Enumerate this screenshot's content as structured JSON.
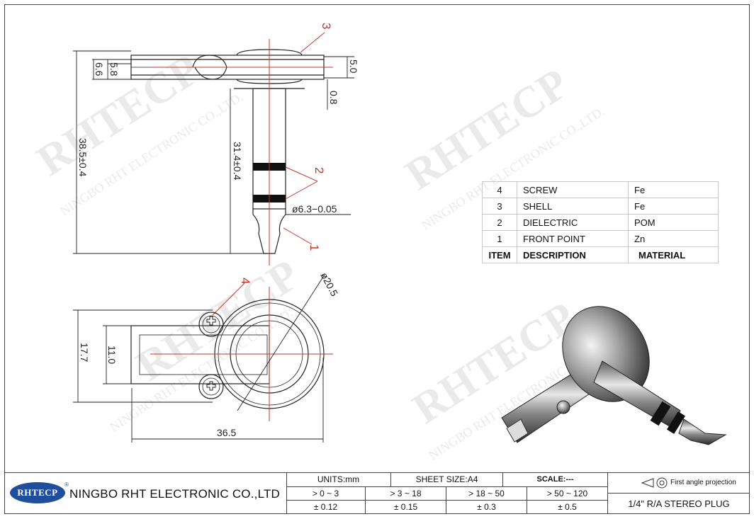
{
  "drawing": {
    "callouts": [
      "3",
      "2",
      "1",
      "4"
    ],
    "dimensions": {
      "d_6_6": "6.6",
      "d_5_8": "5.8",
      "d_5_0": "5.0",
      "d_0_8": "0.8",
      "d_38_5": "38.5±0.4",
      "d_31_4": "31.4±0.4",
      "d_6_3": "ø6.3−0.05",
      "d_20_5": "ø20.5",
      "d_17_7": "17.7",
      "d_11_0": "11.0",
      "d_36_5": "36.5"
    },
    "watermark": {
      "brand": "RHTECP",
      "company": "NINGBO RHT ELECTRONIC CO.,LTD."
    }
  },
  "bom": {
    "rows": [
      {
        "item": "4",
        "description": "SCREW",
        "material": "Fe"
      },
      {
        "item": "3",
        "description": "SHELL",
        "material": "Fe"
      },
      {
        "item": "2",
        "description": "DIELECTRIC",
        "material": "POM"
      },
      {
        "item": "1",
        "description": "FRONT POINT",
        "material": "Zn"
      }
    ],
    "header": {
      "item": "ITEM",
      "description": "DESCRIPTION",
      "material": "MATERIAL"
    }
  },
  "title_block": {
    "logo": "RHTECP",
    "registered": "®",
    "company": "NINGBO RHT ELECTRONIC  CO.,LTD",
    "units": "UNITS:mm",
    "sheet_size": "SHEET SIZE:A4",
    "scale": "SCALE:---",
    "ranges": [
      "> 0 ~ 3",
      "> 3 ~ 18",
      "> 18 ~ 50",
      "> 50 ~ 120"
    ],
    "tolerances": [
      "± 0.12",
      "± 0.15",
      "± 0.3",
      "± 0.5"
    ],
    "projection": "First angle projection",
    "part_name": "1/4\" R/A STEREO PLUG"
  }
}
